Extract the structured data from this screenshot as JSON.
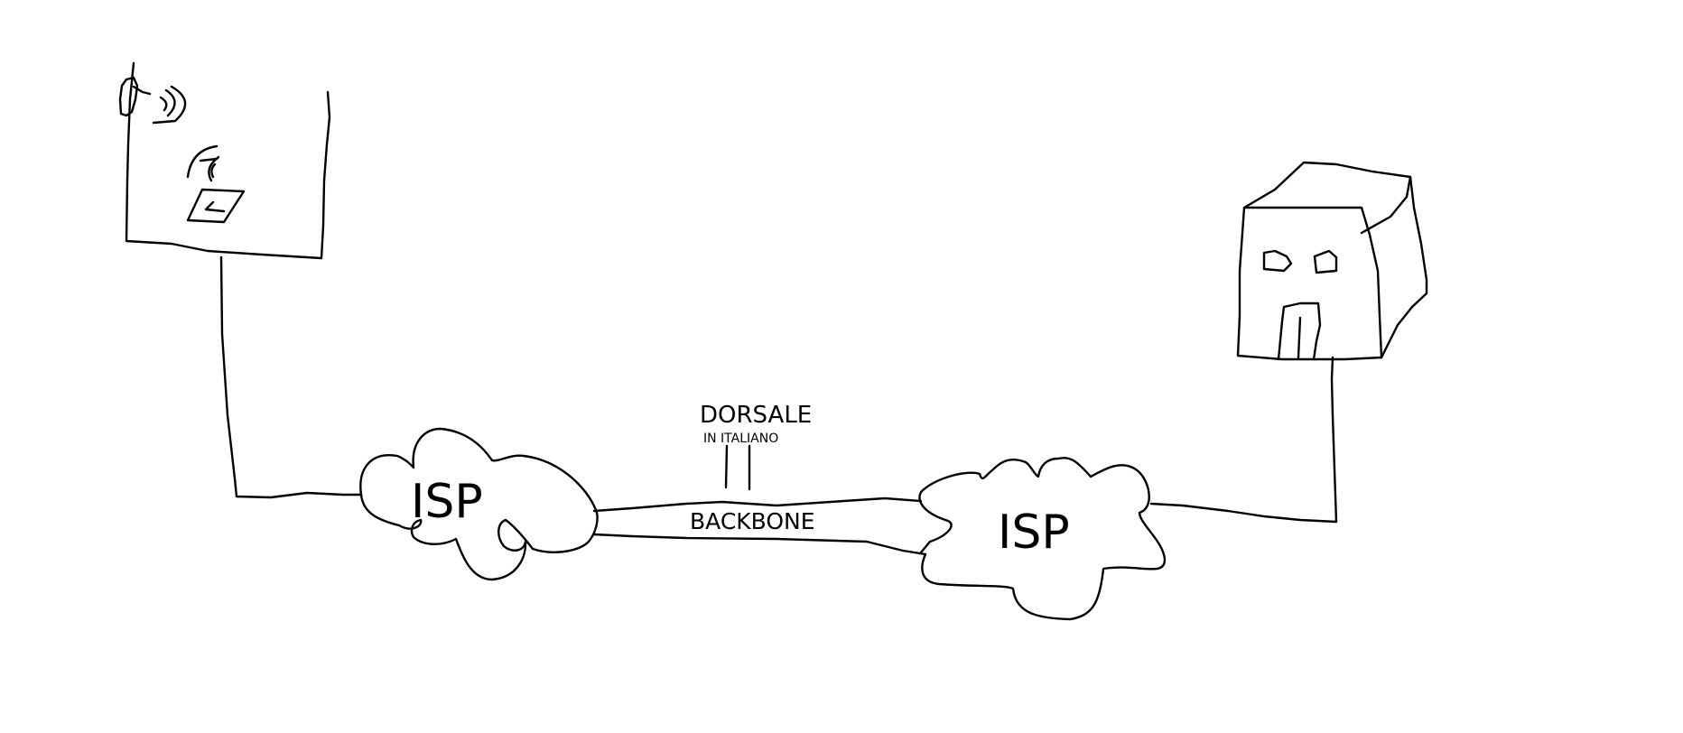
{
  "diagram": {
    "ink_color": "#000000",
    "background_color": "#ffffff",
    "labels": {
      "isp_left": "ISP",
      "isp_right": "ISP",
      "dorsale": "DORSALE",
      "in_italiano": "IN ITALIANO",
      "backbone": "BACKBONE"
    },
    "icons": {
      "home": "house-with-wifi-devices-icon",
      "server": "server-building-icon",
      "cloud_left": "cloud-icon",
      "cloud_right": "cloud-icon"
    }
  }
}
